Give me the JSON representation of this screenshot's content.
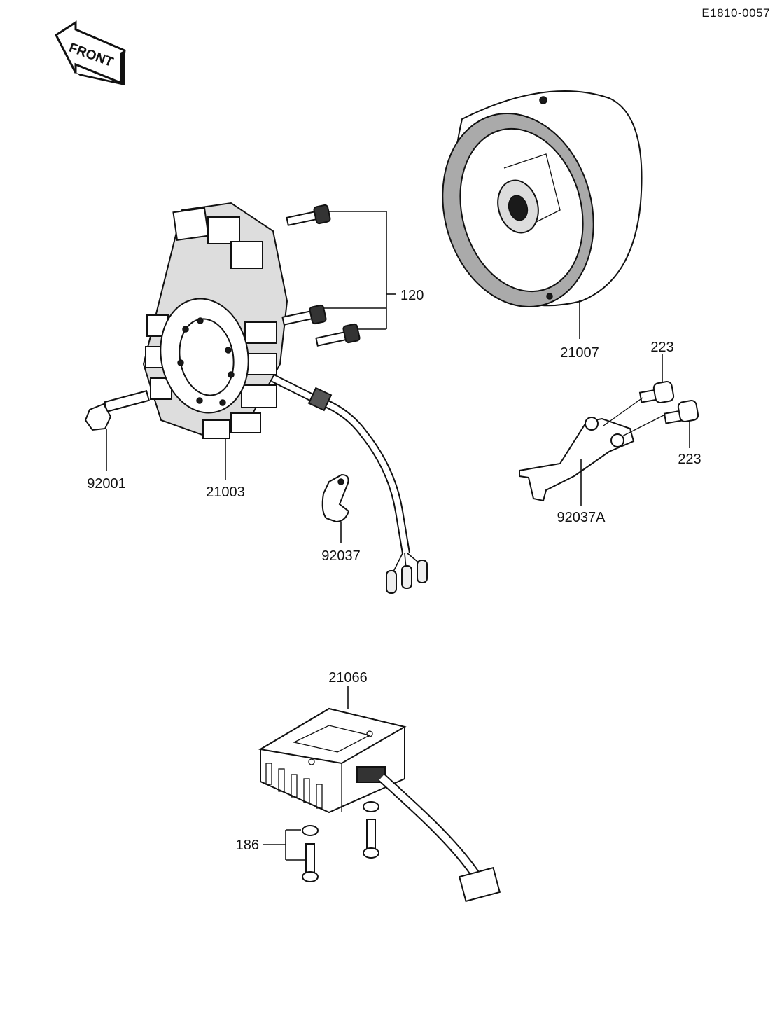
{
  "diagram": {
    "code": "E1810-0057",
    "front_label": "FRONT",
    "parts": [
      {
        "id": "120",
        "label": "120",
        "name": "stator-bolts"
      },
      {
        "id": "21007",
        "label": "21007",
        "name": "flywheel-rotor"
      },
      {
        "id": "223",
        "label": "223",
        "name": "screw-a"
      },
      {
        "id": "223b",
        "label": "223",
        "name": "screw-b"
      },
      {
        "id": "92001",
        "label": "92001",
        "name": "bolt"
      },
      {
        "id": "21003",
        "label": "21003",
        "name": "stator"
      },
      {
        "id": "92037A",
        "label": "92037A",
        "name": "wire-guide-plate"
      },
      {
        "id": "92037",
        "label": "92037",
        "name": "clamp"
      },
      {
        "id": "21066",
        "label": "21066",
        "name": "regulator-rectifier"
      },
      {
        "id": "186",
        "label": "186",
        "name": "regulator-screws"
      }
    ]
  }
}
